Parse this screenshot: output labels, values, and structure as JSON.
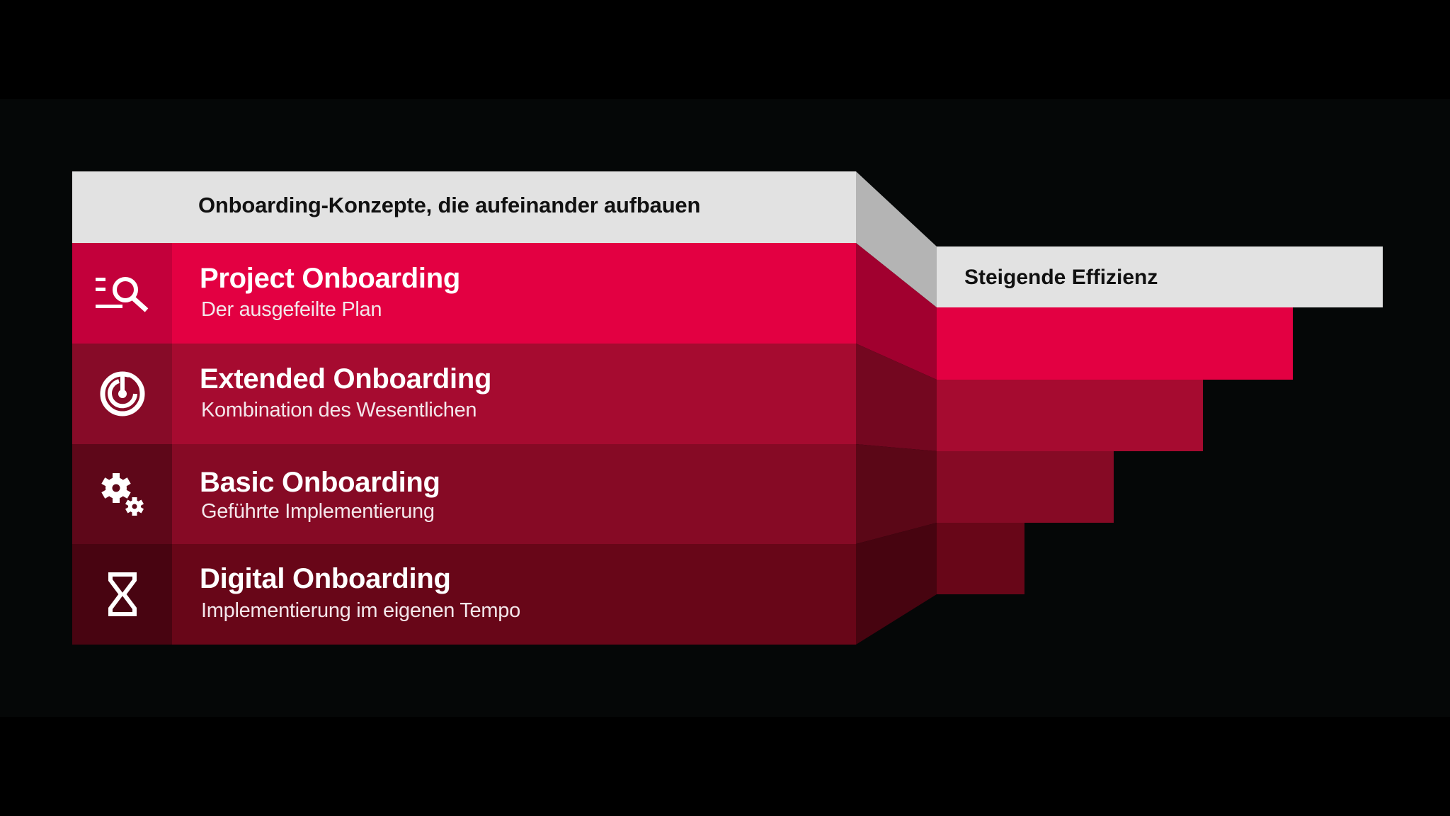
{
  "diagram": {
    "header_left": "Onboarding-Konzepte, die aufeinander aufbauen",
    "header_right": "Steigende Effizienz",
    "rows": [
      {
        "title": "Project Onboarding",
        "subtitle": "Der ausgefeilte Plan",
        "icon": "search-list-icon",
        "color_main": "#e30042",
        "color_icon_cell": "#c3003b",
        "color_side": "#a1002f",
        "step_width": 503
      },
      {
        "title": "Extended Onboarding",
        "subtitle": "Kombination des Wesentlichen",
        "icon": "radar-target-icon",
        "color_main": "#a60b30",
        "color_icon_cell": "#870b28",
        "color_side": "#740720",
        "step_width": 376
      },
      {
        "title": "Basic Onboarding",
        "subtitle": "Geführte Implementierung",
        "icon": "gears-icon",
        "color_main": "#860a25",
        "color_icon_cell": "#5e0719",
        "color_side": "#5b0717",
        "step_width": 250
      },
      {
        "title": "Digital Onboarding",
        "subtitle": "Implementierung im eigenen Tempo",
        "icon": "hourglass-icon",
        "color_main": "#680618",
        "color_icon_cell": "#480411",
        "color_side": "#470410",
        "step_width": 124
      }
    ],
    "colors": {
      "background": "#000000",
      "header_gray": "#e2e2e2",
      "connector_gray": "#b4b4b4",
      "header_text": "#111111",
      "row_text": "#ffffff"
    }
  }
}
